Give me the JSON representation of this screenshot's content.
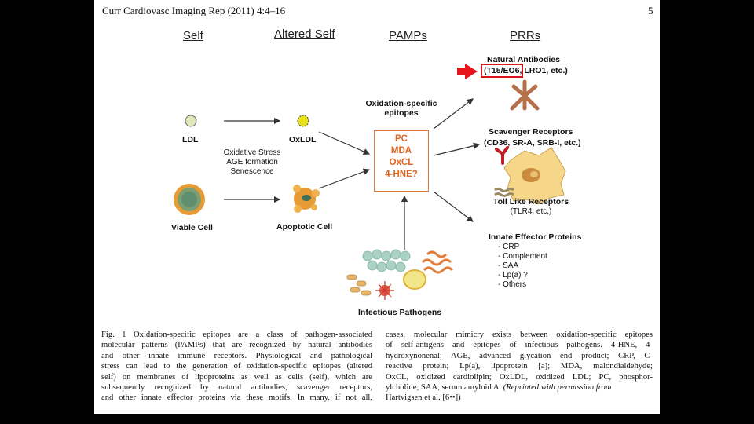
{
  "header": {
    "citation": "Curr Cardiovasc Imaging Rep (2011) 4:4–16",
    "page_number": "5"
  },
  "columns": {
    "self": "Self",
    "altered_self": "Altered Self",
    "pamps": "PAMPs",
    "prrs": "PRRs"
  },
  "left": {
    "ldl": "LDL",
    "oxldl": "OxLDL",
    "process_lines": [
      "Oxidative Stress",
      "AGE formation",
      "Senescence"
    ],
    "viable_cell": "Viable Cell",
    "apoptotic_cell": "Apoptotic Cell",
    "infectious_pathogens": "Infectious Pathogens"
  },
  "center": {
    "epitopes_title_lines": [
      "Oxidation-specific",
      "epitopes"
    ],
    "epitope_list": [
      "PC",
      "MDA",
      "OxCL",
      "4-HNE?"
    ]
  },
  "right": {
    "natural_antibodies_title": "Natural Antibodies",
    "natural_antibodies_highlight": "(T15/EO6,",
    "natural_antibodies_rest": "LRO1, etc.)",
    "scavenger_title": "Scavenger Receptors",
    "scavenger_sub": "(CD36, SR-A, SRB-I, etc.)",
    "tlr_title": "Toll  Like Receptors",
    "tlr_sub": "(TLR4, etc.)",
    "effector_title": "Innate Effector Proteins",
    "effector_items": [
      "- CRP",
      "- Complement",
      "- SAA",
      "- Lp(a) ?",
      "- Others"
    ]
  },
  "caption": {
    "left_lines": [
      "Fig. 1  Oxidation-specific epitopes are a class of pathogen-associated",
      "molecular patterns (PAMPs) that are recognized by natural antibodies",
      "and other innate immune receptors. Physiological and pathological",
      "stress can lead to the generation of oxidation-specific epitopes (altered",
      "self) on membranes of lipoproteins as well as cells (self), which are",
      "subsequently recognized by natural antibodies, scavenger receptors,",
      "and other innate effector proteins via these motifs. In many, if not all,"
    ],
    "right_lines": [
      "cases, molecular mimicry exists between oxidation-specific epitopes",
      "of self-antigens and epitopes of infectious pathogens. 4-HNE, 4-",
      "hydroxynonenal; AGE, advanced glycation end product; CRP, C-",
      "reactive protein; Lp(a), lipoprotein [a]; MDA, malondialdehyde;",
      "OxCL, oxidized cardiolipin; OxLDL, oxidized LDL; PC, phosphor-",
      "ylcholine; SAA, serum amyloid A."
    ],
    "right_last_italic": "(Reprinted with permission from",
    "right_final_line": "Hartvigsen et al. [6••])"
  },
  "colors": {
    "highlight_box": "#d8141b",
    "pointer_arrow": "#e8141c",
    "epitope_text": "#e0651f",
    "ldl_fill": "#dfe8b8",
    "oxldl_fill": "#e7e21c",
    "cell_outer": "#e89a34",
    "cell_inner": "#5f8f6e",
    "antibody": "#b5714b",
    "macrophage": "#f6d78a",
    "bacteria": "#a9d2c4"
  },
  "icons": [
    "ldl-particle-icon",
    "oxldl-particle-icon",
    "viable-cell-icon",
    "apoptotic-cell-icon",
    "antibody-icon",
    "macrophage-icon",
    "pathogens-icon",
    "red-pointer-arrow-icon"
  ]
}
